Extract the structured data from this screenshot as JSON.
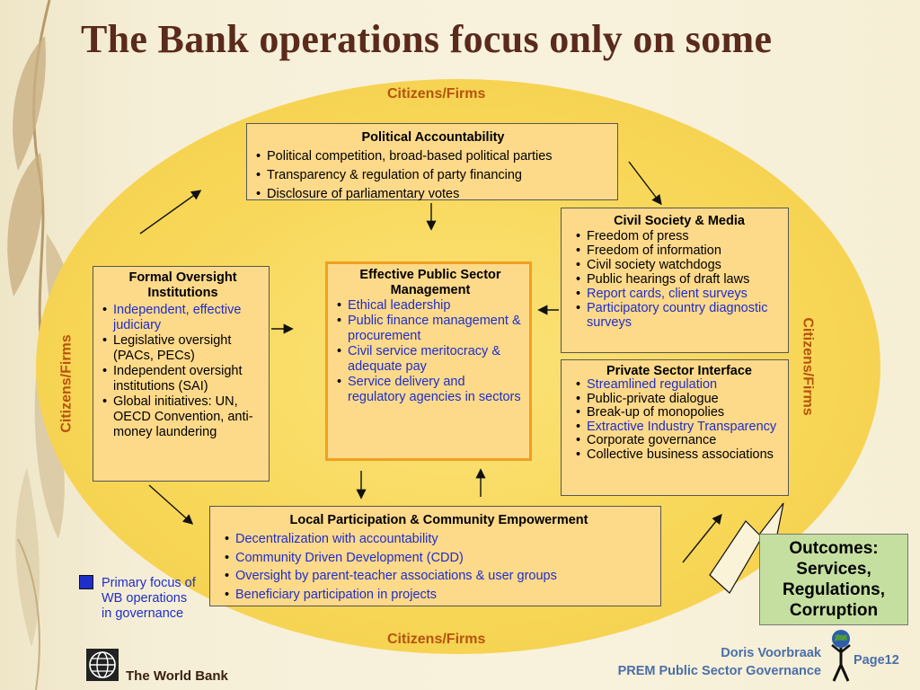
{
  "title": "The Bank operations focus only on some",
  "citizens_labels": {
    "top": "Citizens/Firms",
    "bottom": "Citizens/Firms",
    "left": "Citizens/Firms",
    "right": "Citizens/Firms"
  },
  "political_accountability": {
    "heading": "Political Accountability",
    "items": [
      "Political competition, broad-based political parties",
      "Transparency & regulation of party financing",
      "Disclosure of parliamentary votes"
    ]
  },
  "civil_society": {
    "heading": "Civil Society & Media",
    "items": [
      "Freedom of press",
      "Freedom of information",
      "Civil society watchdogs",
      "Public hearings of draft laws",
      "Report cards, client surveys",
      "Participatory country diagnostic surveys"
    ]
  },
  "formal_oversight": {
    "heading": "Formal Oversight Institutions",
    "items": [
      "Independent, effective judiciary",
      "Legislative oversight (PACs, PECs)",
      "Independent oversight institutions (SAI)",
      "Global initiatives: UN, OECD Convention, anti-money laundering"
    ]
  },
  "effective_public": {
    "heading": "Effective Public Sector Management",
    "items": [
      "Ethical leadership",
      "Public finance management & procurement",
      "Civil service meritocracy & adequate pay",
      "Service delivery and regulatory agencies in sectors"
    ]
  },
  "private_sector": {
    "heading": "Private Sector Interface",
    "items": [
      "Streamlined regulation",
      "Public-private dialogue",
      "Break-up of monopolies",
      "Extractive Industry Transparency",
      "Corporate governance",
      "Collective business associations"
    ]
  },
  "local_participation": {
    "heading": "Local Participation & Community Empowerment",
    "items": [
      "Decentralization with accountability",
      "Community Driven Development (CDD)",
      "Oversight by parent-teacher associations & user groups",
      "Beneficiary participation in projects"
    ]
  },
  "outcomes": {
    "line1": "Outcomes:",
    "line2": "Services,",
    "line3": "Regulations,",
    "line4": "Corruption"
  },
  "legend": {
    "text": "Primary focus of WB operations in governance",
    "color": "#1f2ec8"
  },
  "footer": {
    "org": "The World Bank",
    "author": "Doris Voorbraak",
    "dept": "PREM Public Sector Governance",
    "page": "Page12"
  }
}
